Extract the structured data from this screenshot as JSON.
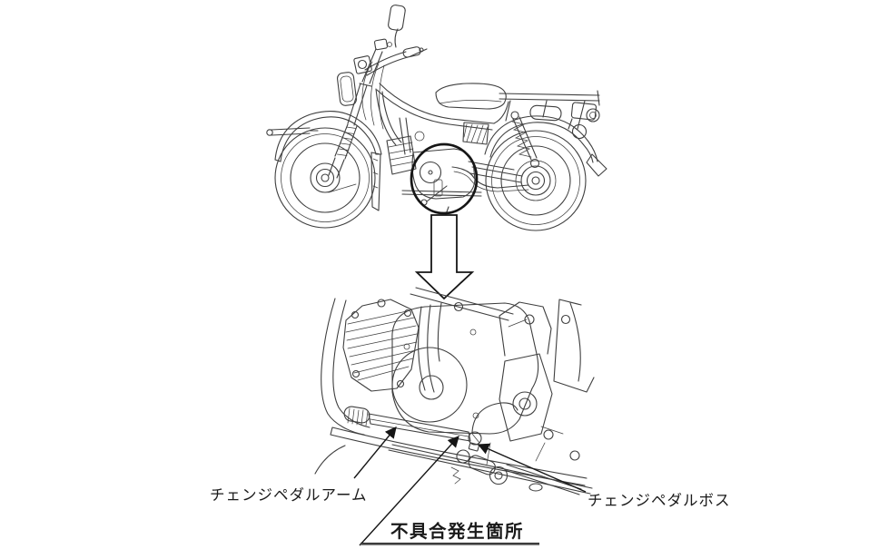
{
  "labels": {
    "pedal_arm": "チェンジペダルアーム",
    "pedal_boss": "チェンジペダルボス",
    "defect_location": "不具合発生箇所"
  },
  "colors": {
    "background": "#ffffff",
    "drawing_line": "#3f3f3f",
    "annotation": "#161616",
    "text": "#1a1a1a",
    "underline": "#4a4a4a"
  }
}
